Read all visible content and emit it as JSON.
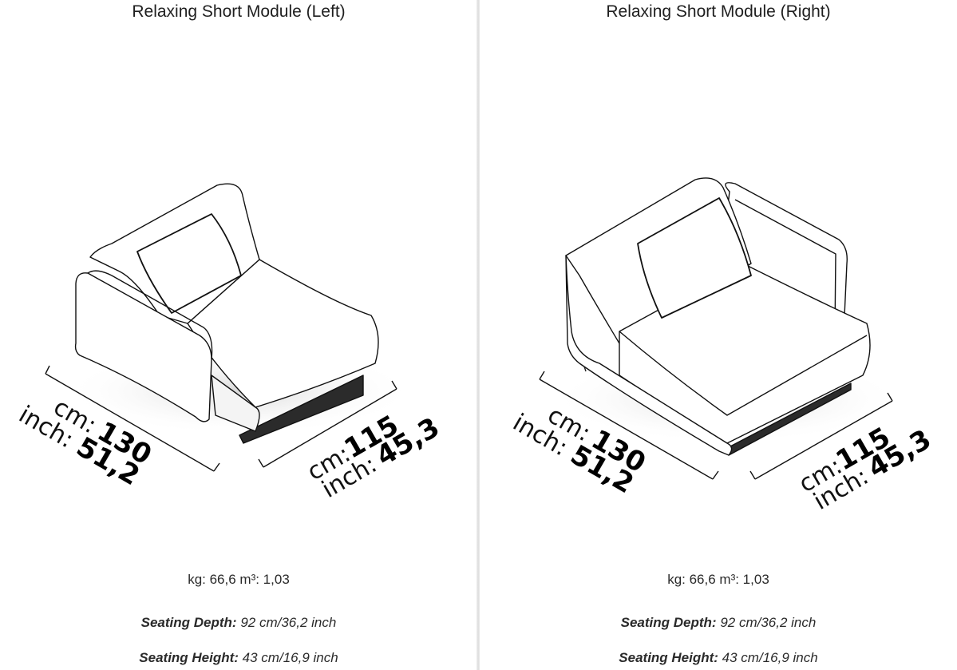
{
  "modules": [
    {
      "title": "Relaxing Short Module (Left)",
      "dim_front": {
        "cm_label": "cm:",
        "cm_value": "130",
        "inch_label": "inch:",
        "inch_value": "51,2"
      },
      "dim_side": {
        "cm_label": "cm:",
        "cm_value": "115",
        "inch_label": "inch:",
        "inch_value": "45,3"
      },
      "stats": "kg: 66,6 m³: 1,03",
      "seating_depth_label": "Seating Depth:",
      "seating_depth_value": " 92 cm/36,2 inch",
      "seating_height_label": "Seating Height:",
      "seating_height_value": " 43 cm/16,9 inch"
    },
    {
      "title": "Relaxing Short Module (Right)",
      "dim_front": {
        "cm_label": "cm:",
        "cm_value": "130",
        "inch_label": "inch:",
        "inch_value": "51,2"
      },
      "dim_side": {
        "cm_label": "cm:",
        "cm_value": "115",
        "inch_label": "inch:",
        "inch_value": "45,3"
      },
      "stats": "kg: 66,6 m³: 1,03",
      "seating_depth_label": "Seating Depth:",
      "seating_depth_value": " 92 cm/36,2 inch",
      "seating_height_label": "Seating Height:",
      "seating_height_value": " 43 cm/16,9 inch"
    }
  ]
}
